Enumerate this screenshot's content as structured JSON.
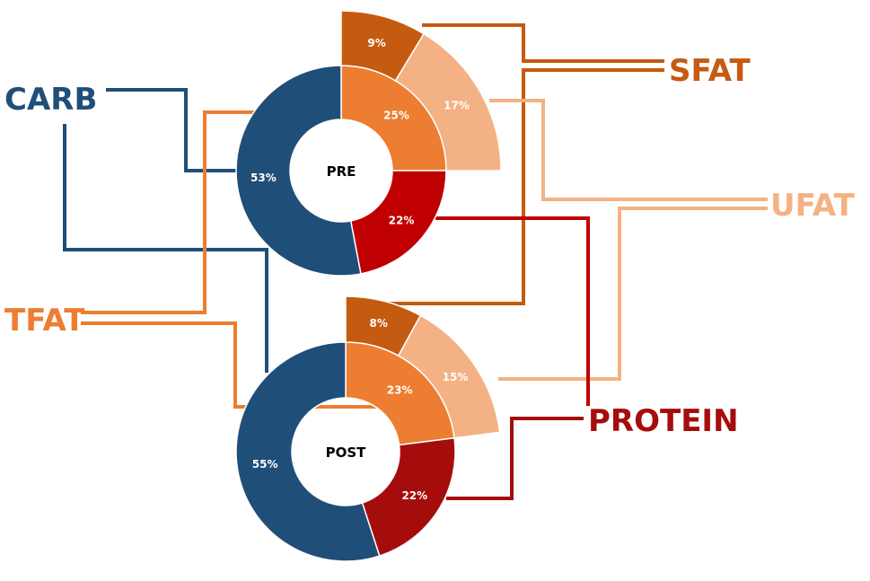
{
  "chart_data": {
    "type": "sunburst-donut",
    "title": "",
    "categories": [
      "CARB",
      "TFAT",
      "SFAT",
      "UFAT",
      "PROTEIN"
    ],
    "colors": {
      "CARB": "#1f4e79",
      "TFAT": "#ed7d31",
      "SFAT": "#c55a11",
      "UFAT": "#f4b183",
      "PROTEIN_PRE": "#c00000",
      "PROTEIN_POST": "#a50d0d",
      "PROTEIN_LABEL": "#a50d0d"
    },
    "series": [
      {
        "name": "PRE",
        "inner": {
          "TFAT": 25,
          "PROTEIN": 22,
          "CARB": 53
        },
        "outer": {
          "SFAT": 9,
          "UFAT": 17
        }
      },
      {
        "name": "POST",
        "inner": {
          "TFAT": 23,
          "PROTEIN": 22,
          "CARB": 55
        },
        "outer": {
          "SFAT": 8,
          "UFAT": 15
        }
      }
    ],
    "labels": {
      "CARB": "CARB",
      "TFAT": "TFAT",
      "SFAT": "SFAT",
      "UFAT": "UFAT",
      "PROTEIN": "PROTEIN"
    }
  }
}
